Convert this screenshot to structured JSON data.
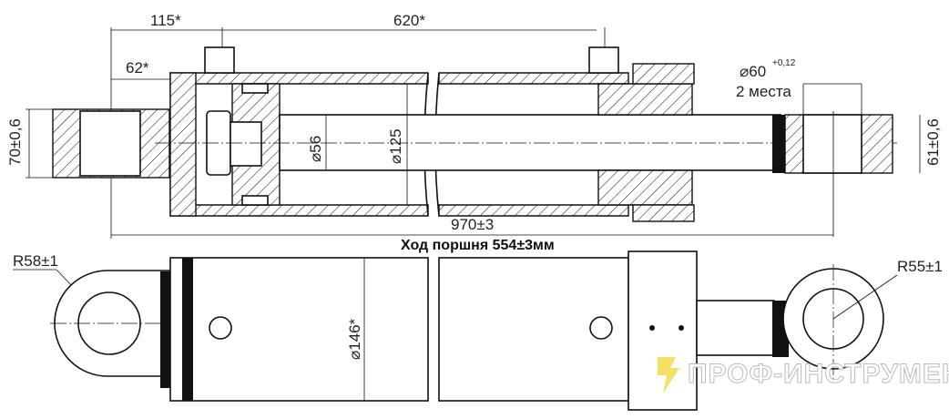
{
  "dimensions": {
    "d115": "115*",
    "d620": "620*",
    "d62": "62*",
    "d70": "70±0,6",
    "d56": "⌀56",
    "d125": "⌀125",
    "d60": "⌀60",
    "d60_tol": "+0,12",
    "d60_note": "2 места",
    "d61": "61±0,6",
    "d970": "970±3",
    "stroke": "Ход поршня 554±3мм",
    "r58": "R58±1",
    "r55": "R55±1",
    "d146": "⌀146*"
  },
  "watermark": {
    "text": "ПРОФ-ИНСТРУМЕНТ",
    "logo_color": "#f5d94a"
  }
}
